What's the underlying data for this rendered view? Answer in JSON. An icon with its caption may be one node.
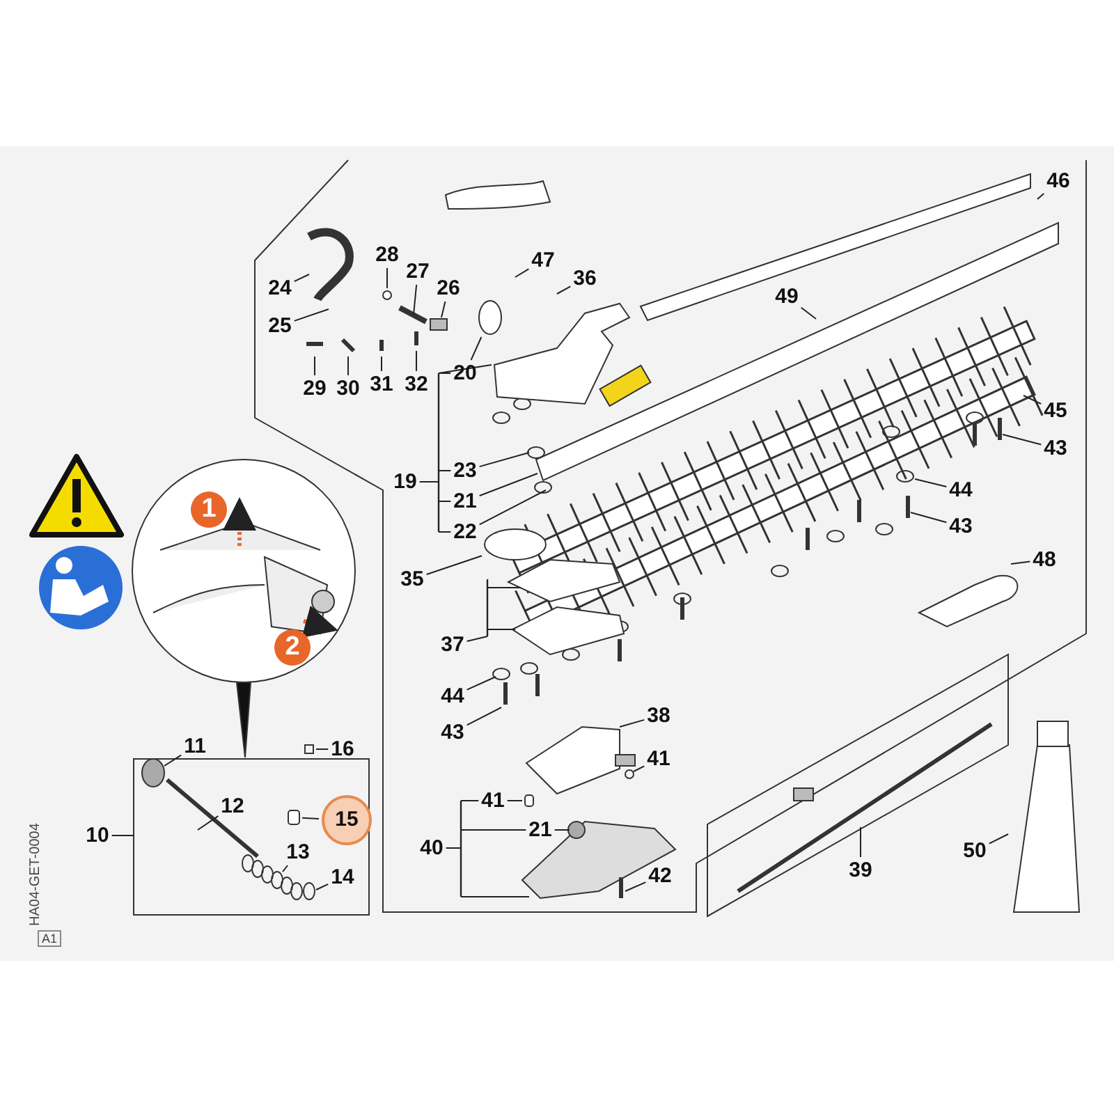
{
  "diagram": {
    "nodes": [
      {
        "text": [
          "46"
        ]
      },
      {
        "text": [
          "24"
        ]
      },
      {
        "text": [
          "28"
        ]
      },
      {
        "text": [
          "27"
        ]
      },
      {
        "text": [
          "26"
        ]
      },
      {
        "text": [
          "47"
        ]
      },
      {
        "text": [
          "36"
        ]
      },
      {
        "text": [
          "49"
        ]
      },
      {
        "text": [
          "25"
        ]
      },
      {
        "text": [
          "20"
        ]
      },
      {
        "text": [
          "29"
        ]
      },
      {
        "text": [
          "30"
        ]
      },
      {
        "text": [
          "31"
        ]
      },
      {
        "text": [
          "32"
        ]
      },
      {
        "text": [
          "45"
        ]
      },
      {
        "text": [
          "19"
        ]
      },
      {
        "text": [
          "23"
        ]
      },
      {
        "text": [
          "43"
        ]
      },
      {
        "text": [
          "21"
        ]
      },
      {
        "text": [
          "44"
        ]
      },
      {
        "text": [
          "22"
        ]
      },
      {
        "text": [
          "43"
        ]
      },
      {
        "text": [
          "35"
        ]
      },
      {
        "text": [
          "48"
        ]
      },
      {
        "text": [
          "37"
        ]
      },
      {
        "text": [
          "44"
        ]
      },
      {
        "text": [
          "38"
        ]
      },
      {
        "text": [
          "43"
        ]
      },
      {
        "text": [
          "41"
        ]
      },
      {
        "text": [
          "11"
        ]
      },
      {
        "text": [
          "16"
        ]
      },
      {
        "text": [
          "12"
        ]
      },
      {
        "text": [
          "15"
        ]
      },
      {
        "text": [
          "41"
        ]
      },
      {
        "text": [
          "10"
        ]
      },
      {
        "text": [
          "40"
        ]
      },
      {
        "text": [
          "21"
        ]
      },
      {
        "text": [
          "13"
        ]
      },
      {
        "text": [
          "50"
        ]
      },
      {
        "text": [
          "14"
        ]
      },
      {
        "text": [
          "39"
        ]
      },
      {
        "text": [
          "42"
        ]
      },
      {
        "text": [
          "1"
        ]
      },
      {
        "text": [
          "2"
        ]
      },
      {
        "text": [],
        "shape": "bar"
      },
      {
        "text": [],
        "shape": "bar"
      },
      {
        "text": [],
        "shape": "bar"
      },
      {
        "text": [],
        "shape": "circle"
      },
      {
        "text": [],
        "shape": "circle"
      },
      {
        "text": [],
        "shape": "circle"
      },
      {
        "text": [],
        "shape": "cylinder"
      },
      {
        "text": [],
        "shape": "cylinder"
      },
      {
        "text": [],
        "shape": "picture"
      }
    ],
    "edges": [
      {
        "from": 0,
        "to": null,
        "arrow": "none"
      },
      {
        "from": 1,
        "to": null,
        "arrow": "none"
      },
      {
        "from": 2,
        "to": 47,
        "arrow": "none"
      },
      {
        "from": 3,
        "to": null,
        "arrow": "none"
      },
      {
        "from": 4,
        "to": null,
        "arrow": "none"
      },
      {
        "from": 5,
        "to": null,
        "arrow": "none"
      },
      {
        "from": 6,
        "to": null,
        "arrow": "none"
      },
      {
        "from": 7,
        "to": null,
        "arrow": "none"
      },
      {
        "from": 8,
        "to": null,
        "arrow": "none"
      },
      {
        "from": 9,
        "to": 48,
        "arrow": "none"
      },
      {
        "from": 10,
        "to": null,
        "arrow": "none"
      },
      {
        "from": 11,
        "to": null,
        "arrow": "none"
      },
      {
        "from": 12,
        "to": null,
        "arrow": "none"
      },
      {
        "from": 13,
        "to": null,
        "arrow": "none"
      },
      {
        "from": 14,
        "to": null,
        "arrow": "none"
      },
      {
        "from": 15,
        "to": 44,
        "arrow": "none"
      },
      {
        "from": 16,
        "to": null,
        "arrow": "none"
      },
      {
        "from": 17,
        "to": null,
        "arrow": "none"
      },
      {
        "from": 18,
        "to": null,
        "arrow": "none"
      },
      {
        "from": 19,
        "to": null,
        "arrow": "none"
      },
      {
        "from": 20,
        "to": null,
        "arrow": "none"
      },
      {
        "from": 21,
        "to": null,
        "arrow": "none"
      },
      {
        "from": 22,
        "to": 49,
        "arrow": "none"
      },
      {
        "from": 23,
        "to": null,
        "arrow": "none"
      },
      {
        "from": 24,
        "to": 45,
        "arrow": "none"
      },
      {
        "from": 25,
        "to": null,
        "arrow": "none"
      },
      {
        "from": 26,
        "to": null,
        "arrow": "none"
      },
      {
        "from": 27,
        "to": null,
        "arrow": "none"
      },
      {
        "from": 28,
        "to": null,
        "arrow": "none"
      },
      {
        "from": 29,
        "to": null,
        "arrow": "none"
      },
      {
        "from": 30,
        "to": null,
        "arrow": "none"
      },
      {
        "from": 31,
        "to": null,
        "arrow": "none"
      },
      {
        "from": 32,
        "to": 50,
        "arrow": "none"
      },
      {
        "from": 33,
        "to": 51,
        "arrow": "none"
      },
      {
        "from": 34,
        "to": null,
        "arrow": "none"
      },
      {
        "from": 35,
        "to": 46,
        "arrow": "none"
      },
      {
        "from": 36,
        "to": null,
        "arrow": "none"
      },
      {
        "from": 37,
        "to": null,
        "arrow": "none"
      },
      {
        "from": 38,
        "to": null,
        "arrow": "none"
      },
      {
        "from": 39,
        "to": null,
        "arrow": "none"
      },
      {
        "from": 40,
        "to": null,
        "arrow": "none"
      },
      {
        "from": 41,
        "to": null,
        "arrow": "none"
      },
      {
        "from": 44,
        "to": 9,
        "arrow": "none"
      },
      {
        "from": 44,
        "to": 16,
        "arrow": "none"
      },
      {
        "from": 44,
        "to": 18,
        "arrow": "none"
      },
      {
        "from": 44,
        "to": 20,
        "arrow": "none"
      },
      {
        "from": 44,
        "to": 52,
        "arrow": "none"
      },
      {
        "from": 45,
        "to": null,
        "arrow": "none"
      },
      {
        "from": 45,
        "to": null,
        "arrow": "none"
      },
      {
        "from": 46,
        "to": 33,
        "arrow": "none"
      },
      {
        "from": 46,
        "to": 36,
        "arrow": "none"
      },
      {
        "from": 46,
        "to": null,
        "arrow": "none"
      }
    ],
    "labels": [
      "HA04-GET-0004",
      "A1"
    ]
  }
}
